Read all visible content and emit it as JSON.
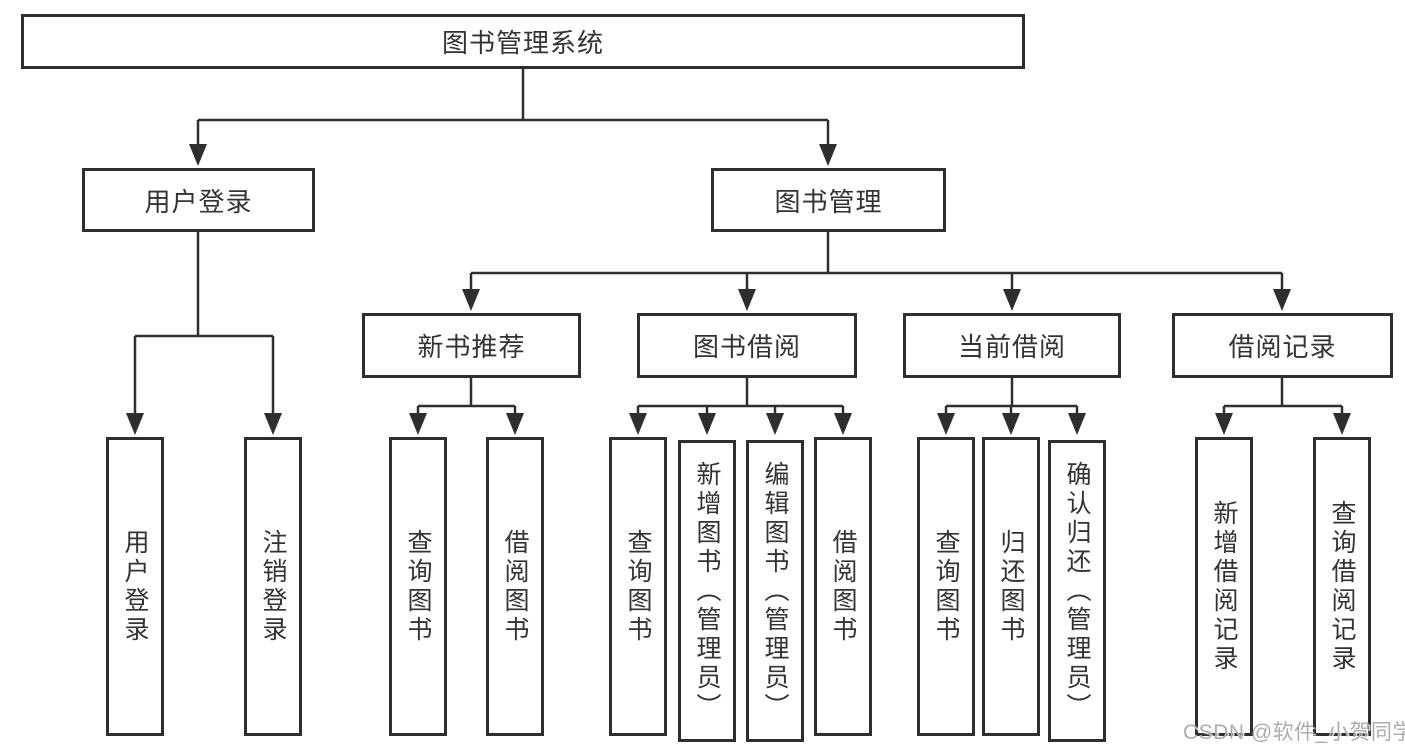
{
  "tree": {
    "root": {
      "label": "图书管理系统"
    },
    "branches": [
      {
        "label": "用户登录",
        "children": [
          {
            "label": "用户登录"
          },
          {
            "label": "注销登录"
          }
        ]
      },
      {
        "label": "图书管理",
        "children": [
          {
            "label": "新书推荐",
            "children": [
              {
                "label": "查询图书"
              },
              {
                "label": "借阅图书"
              }
            ]
          },
          {
            "label": "图书借阅",
            "children": [
              {
                "label": "查询图书"
              },
              {
                "label": "新增图书（管理员）"
              },
              {
                "label": "编辑图书（管理员）"
              },
              {
                "label": "借阅图书"
              }
            ]
          },
          {
            "label": "当前借阅",
            "children": [
              {
                "label": "查询图书"
              },
              {
                "label": "归还图书"
              },
              {
                "label": "确认归还（管理员）"
              }
            ]
          },
          {
            "label": "借阅记录",
            "children": [
              {
                "label": "新增借阅记录"
              },
              {
                "label": "查询借阅记录"
              }
            ]
          }
        ]
      }
    ]
  },
  "watermark": {
    "text": "CSDN @软件_小贺同学"
  },
  "colors": {
    "line": "#2e2e2e",
    "text": "#333333",
    "watermark": "#adadad",
    "background": "#ffffff"
  }
}
